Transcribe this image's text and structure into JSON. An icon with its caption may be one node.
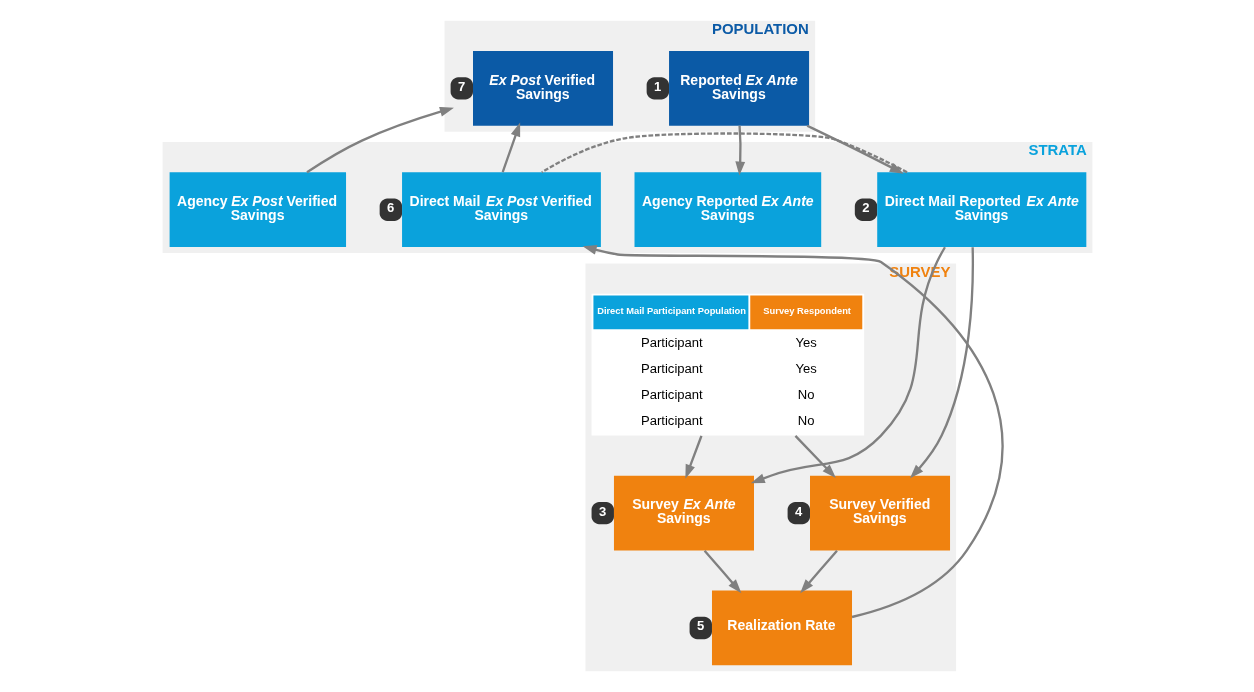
{
  "diagram": {
    "nodes": [
      {
        "text": [
          "POPULATION"
        ]
      },
      {
        "text": [
          "Reported *Ex Ante* Savings"
        ],
        "in": 0,
        "beside": [
          "1"
        ]
      },
      {
        "text": [
          "*Ex Post* Verified Savings"
        ],
        "in": 0,
        "beside": [
          "7"
        ]
      },
      {
        "text": [
          "STRATA"
        ]
      },
      {
        "text": [
          "Agency Reported *Ex Ante* Savings"
        ],
        "in": 3
      },
      {
        "text": [
          "Direct Mail Reported *Ex Ante* Savings"
        ],
        "in": 3,
        "beside": [
          "2"
        ]
      },
      {
        "text": [
          "Direct Mail *Ex Post* Verified Savings"
        ],
        "in": 3,
        "beside": [
          "6"
        ]
      },
      {
        "text": [
          "Agency *Ex Post* Verified Savings"
        ],
        "in": 3
      },
      {
        "text": [
          "SURVEY"
        ]
      },
      {
        "text": [
          "Direct Mail Participant Population",
          "Survey Respondent",
          "Participant",
          "Yes",
          "Participant",
          "Yes",
          "Participant",
          "No",
          "Participant",
          "No"
        ],
        "in": 8
      },
      {
        "text": [
          "Survey *Ex Ante* Savings"
        ],
        "in": 8,
        "beside": [
          "3"
        ]
      },
      {
        "text": [
          "Survey Verified Savings"
        ],
        "in": 8,
        "beside": [
          "4"
        ]
      },
      {
        "text": [
          "Realization Rate"
        ],
        "in": 8,
        "beside": [
          "5"
        ]
      }
    ],
    "edges": [
      {
        "from": 1,
        "to": 4,
        "arrow": "to"
      },
      {
        "from": 1,
        "to": 5,
        "arrow": "to"
      },
      {
        "from": 5,
        "to": 10,
        "arrow": "to"
      },
      {
        "from": 5,
        "to": 11,
        "arrow": "to"
      },
      {
        "from": 9,
        "to": 10,
        "arrow": "to"
      },
      {
        "from": 9,
        "to": 11,
        "arrow": "to"
      },
      {
        "from": 10,
        "to": 12,
        "arrow": "to"
      },
      {
        "from": 11,
        "to": 12,
        "arrow": "to"
      },
      {
        "from": 12,
        "to": 6,
        "arrow": "to"
      },
      {
        "from": 6,
        "to": 2,
        "arrow": "to"
      },
      {
        "from": 7,
        "to": 2,
        "arrow": "to"
      },
      {
        "from": 5,
        "to": 6,
        "arrow": "none",
        "style": "dashed"
      }
    ]
  }
}
